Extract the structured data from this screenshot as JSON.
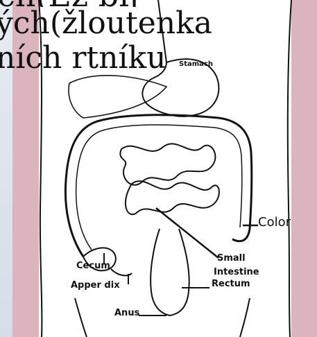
{
  "caption": {
    "top_fragment": "ch(Ez bij",
    "line1": "ých(žloutenka",
    "line2": "ních rtníku"
  },
  "labels": {
    "stomach": "Stamach",
    "colon": "Color",
    "cecum": "Cecum",
    "appendix": "Apper dix",
    "small": "Small",
    "intestine": "Intestine",
    "rectum": "Rectum",
    "anus": "Anus"
  },
  "colors": {
    "frame_pink": "#dcb4bf",
    "outline": "#111111",
    "background": "#ffffff"
  }
}
